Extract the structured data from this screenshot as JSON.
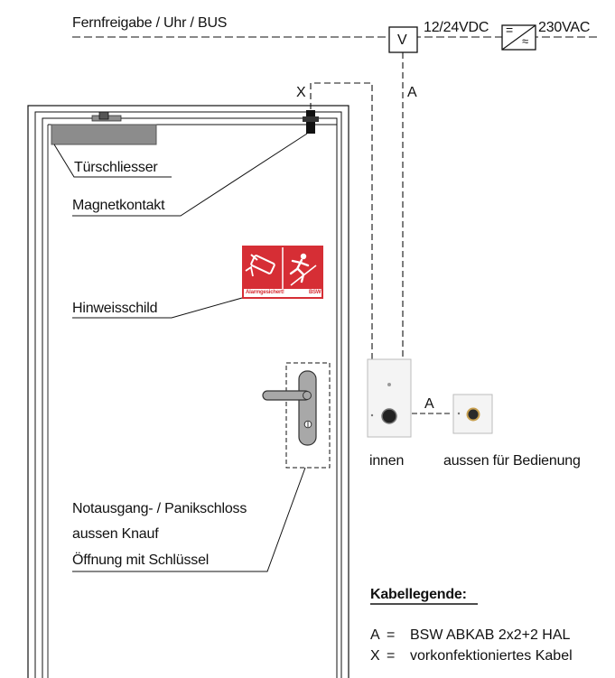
{
  "labels": {
    "top_line": "Fernfreigabe / Uhr / BUS",
    "voltage_box": "V",
    "dc_voltage": "12/24VDC",
    "ac_voltage": "230VAC",
    "converter_dc": "=",
    "converter_ac": "≈",
    "cable_x": "X",
    "cable_a_vertical": "A",
    "cable_a_horizontal": "A",
    "door_closer": "Türschliesser",
    "magnet_contact": "Magnetkontakt",
    "sign": "Hinweisschild",
    "sign_caption": "Alarmgesichert!",
    "sign_brand": "BSW",
    "lock_line1": "Notausgang- / Panikschloss",
    "lock_line2": "aussen Knauf",
    "lock_line3": "Öffnung mit Schlüssel",
    "switch_inside": "innen",
    "switch_outside": "aussen für Bedienung"
  },
  "legend": {
    "title": "Kabellegende:",
    "entries": [
      {
        "key": "A",
        "sep": "=",
        "value": "BSW ABKAB 2x2+2 HAL"
      },
      {
        "key": "X",
        "sep": "=",
        "value": "vorkonfektioniertes Kabel"
      }
    ]
  },
  "colors": {
    "line": "#111111",
    "sign_red": "#d62e35",
    "closer_gray": "#8c8c8c",
    "handle_gray": "#a8a8a8"
  }
}
